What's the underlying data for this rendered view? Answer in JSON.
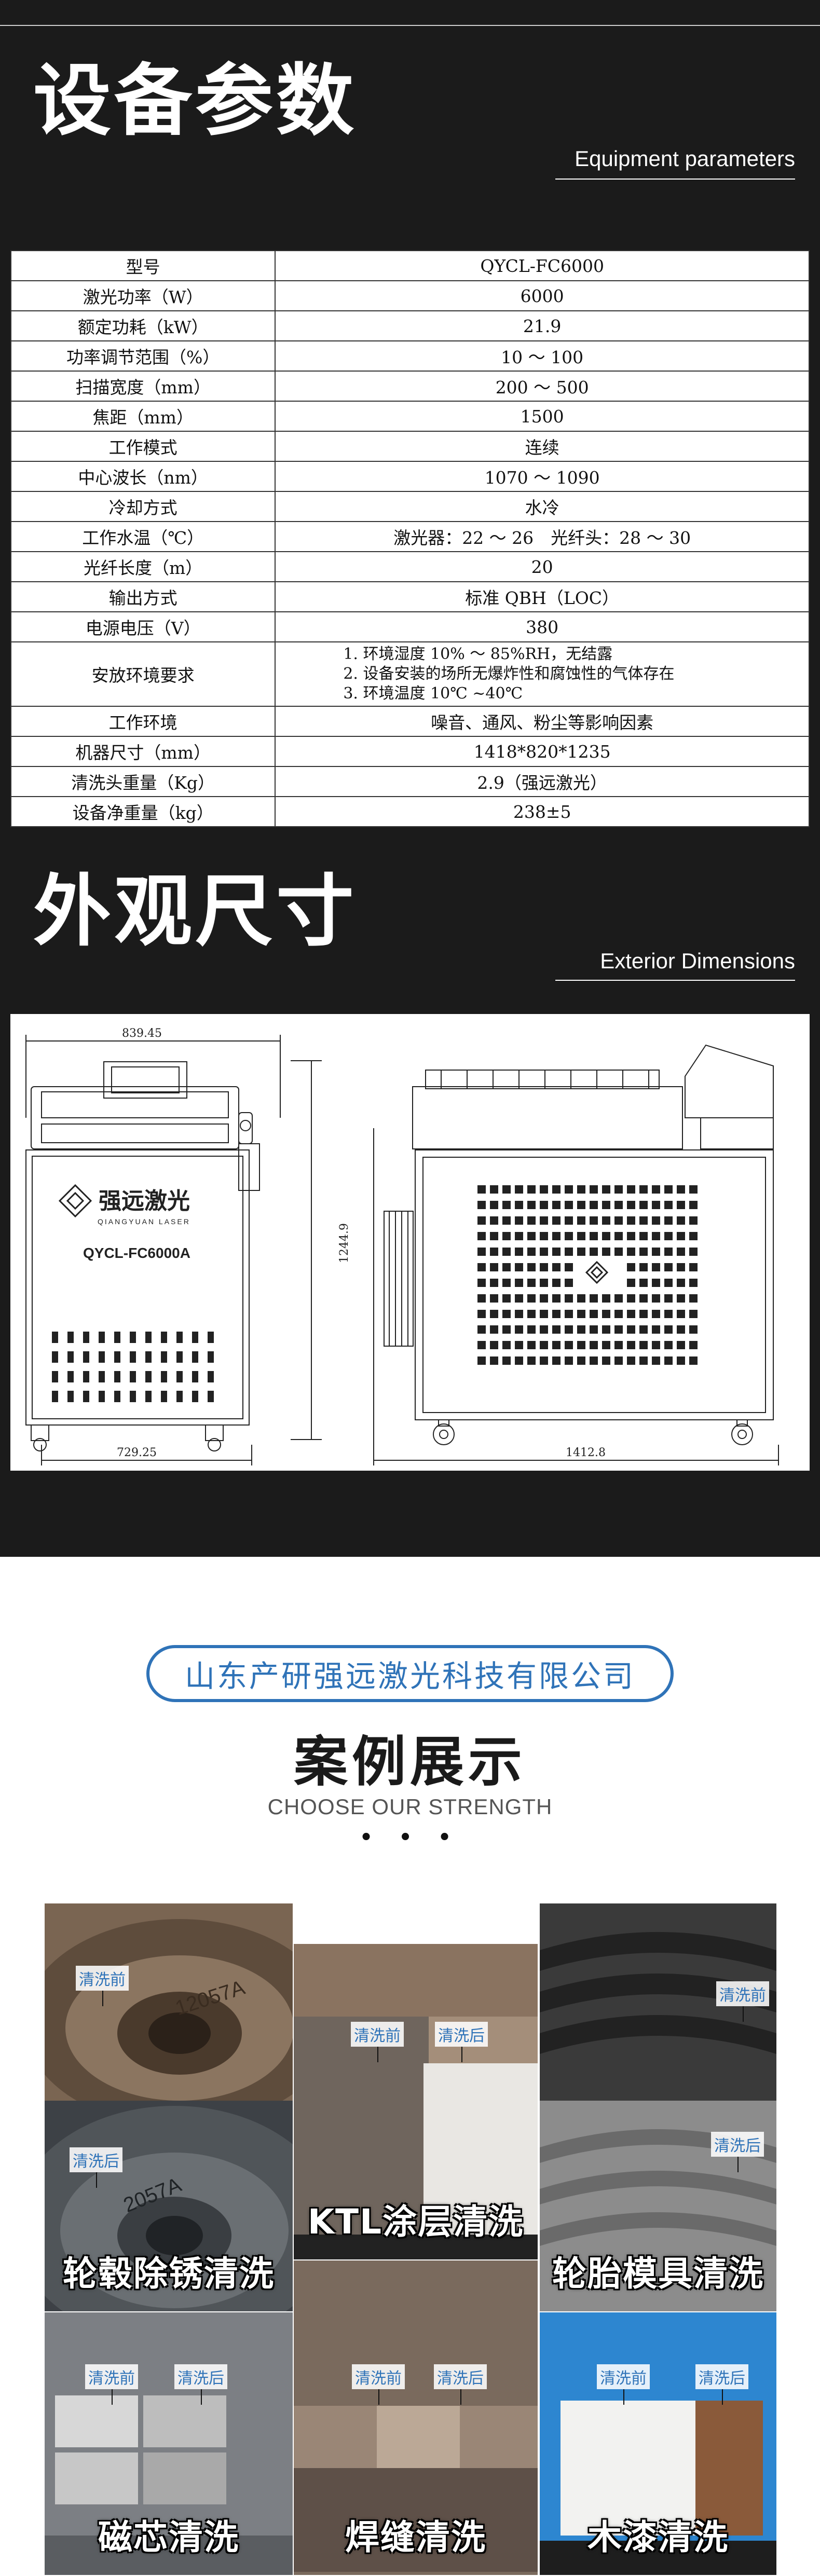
{
  "params_section": {
    "title": "设备参数",
    "subtitle": "Equipment parameters",
    "rows": [
      {
        "key": "型号",
        "value": "QYCL-FC6000"
      },
      {
        "key": "激光功率（W）",
        "value": "6000"
      },
      {
        "key": "额定功耗（kW）",
        "value": "21.9"
      },
      {
        "key": "功率调节范围（%）",
        "value": "10 ～ 100"
      },
      {
        "key": "扫描宽度（mm）",
        "value": "200 ～ 500"
      },
      {
        "key": "焦距（mm）",
        "value": "1500"
      },
      {
        "key": "工作模式",
        "value": "连续"
      },
      {
        "key": "中心波长（nm）",
        "value": "1070 ～ 1090"
      },
      {
        "key": "冷却方式",
        "value": "水冷"
      },
      {
        "key": "工作水温（℃）",
        "value": "激光器：22 ～ 26　光纤头：28 ～ 30"
      },
      {
        "key": "光纤长度（m）",
        "value": "20"
      },
      {
        "key": "输出方式",
        "value": "标准 QBH（LOC）"
      },
      {
        "key": "电源电压（V）",
        "value": "380"
      },
      {
        "key": "工作环境",
        "value": "噪音、通风、粉尘等影响因素"
      },
      {
        "key": "机器尺寸（mm）",
        "value": "1418*820*1235"
      },
      {
        "key": "清洗头重量（Kg）",
        "value": "2.9（强远激光）"
      },
      {
        "key": "设备净重量（kg）",
        "value": "238±5"
      }
    ],
    "env_row": {
      "key": "安放环境要求",
      "line1": "1. 环境湿度 10% ～ 85%RH，无结露",
      "line2": "2. 设备安装的场所无爆炸性和腐蚀性的气体存在",
      "line3": "3. 环境温度 10℃ ~40℃"
    }
  },
  "dims_section": {
    "title": "外观尺寸",
    "subtitle": "Exterior Dimensions",
    "dim_top_width": "839.45",
    "dim_height": "1244.9",
    "dim_bottom_width": "729.25",
    "dim_side_width": "1412.8",
    "brand_name": "强远激光",
    "brand_en": "QIANGYUAN LASER",
    "model_label": "QYCL-FC6000A"
  },
  "cases_section": {
    "company": "山东产研强远激光科技有限公司",
    "title": "案例展示",
    "subtitle": "CHOOSE OUR STRENGTH",
    "dots": "• • •",
    "tag_before": "清洗前",
    "tag_after": "清洗后",
    "captions": {
      "wheel": "轮毂除锈清洗",
      "ktl": "KTL涂层清洗",
      "tire": "轮胎模具清洗",
      "core": "磁芯清洗",
      "weld": "焊缝清洗",
      "wood": "木漆清洗"
    },
    "wheel_stamp_top": "12057A",
    "wheel_stamp_bottom": "2057A"
  },
  "colors": {
    "dark_bg": "#1b1b1b",
    "accent_blue": "#2f73b8",
    "table_bg": "#ffffff"
  }
}
